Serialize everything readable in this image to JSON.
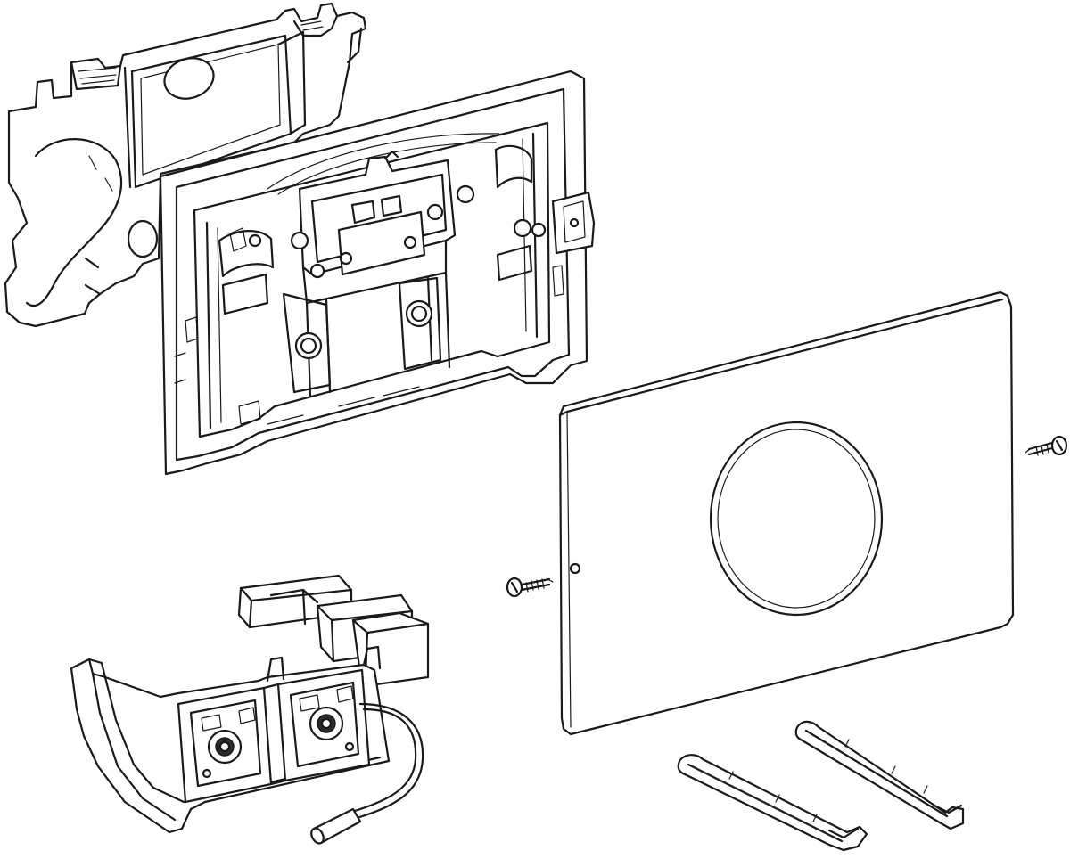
{
  "diagram": {
    "parts": [
      {
        "id": "mounting-frame-rear",
        "icon": "mounting-frame-icon"
      },
      {
        "id": "actuator-frame",
        "icon": "actuator-frame-icon"
      },
      {
        "id": "cover-plate",
        "icon": "cover-plate-icon"
      },
      {
        "id": "sensor-unit",
        "icon": "sensor-unit-icon"
      },
      {
        "id": "screw-left",
        "icon": "screw-icon"
      },
      {
        "id": "screw-right",
        "icon": "screw-icon"
      },
      {
        "id": "actuating-rod-1",
        "icon": "rod-icon"
      },
      {
        "id": "actuating-rod-2",
        "icon": "rod-icon"
      }
    ],
    "colors": {
      "line": "#1a1a1a",
      "background": "#ffffff",
      "fill": "#ffffff"
    }
  }
}
